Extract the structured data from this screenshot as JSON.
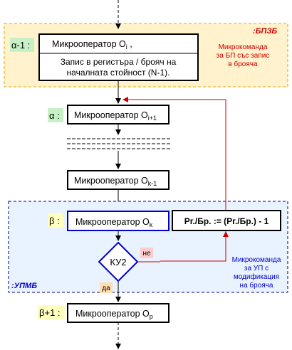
{
  "top_section": {
    "tag": ":БПЗБ",
    "step_label": "α-1 :",
    "box_line1": "Микрооператор O",
    "box_line1_sub": "i",
    "box_line1_suffix": " ,",
    "box_line2": "Запис в регистъра / брояч на",
    "box_line3": "началната стойност (N-1).",
    "note_line1": "Микрокоманда",
    "note_line2": "за БП със запис",
    "note_line3": "в брояча"
  },
  "middle": {
    "step_label": "α :",
    "op1_main": "Микрооператор O",
    "op1_sub": "i+1",
    "op2_main": "Микрооператор O",
    "op2_sub": "k-1"
  },
  "bottom_section": {
    "tag": ":УПМБ",
    "step_label": "β :",
    "op_main": "Микрооператор O",
    "op_sub": "k",
    "counter_text": "Рг./Бр. := (Рг./Бр.) - 1",
    "decision": "КУ2",
    "no_label": "не",
    "yes_label": "да",
    "note_line1": "Микрокоманда",
    "note_line2": "за УП с",
    "note_line3": "модификация",
    "note_line4": "на брояча"
  },
  "final": {
    "step_label": "β+1 :",
    "op_main": "Микрооператор O",
    "op_sub": "p"
  },
  "colors": {
    "top_fill": "#FFF2CC",
    "top_border": "#E8A400",
    "bottom_fill": "#E9F3FF",
    "bottom_border": "#000080",
    "alpha_label_fill": "#C6F0C6",
    "beta_label_fill": "#FFFFC0",
    "no_label_fill": "#FFCCCC",
    "yes_label_fill": "#FFDDB0",
    "loop_arrow": "#CC0000",
    "red_text": "#CC0000",
    "blue_text": "#0000CC",
    "highlight_border": "#0000CC"
  }
}
